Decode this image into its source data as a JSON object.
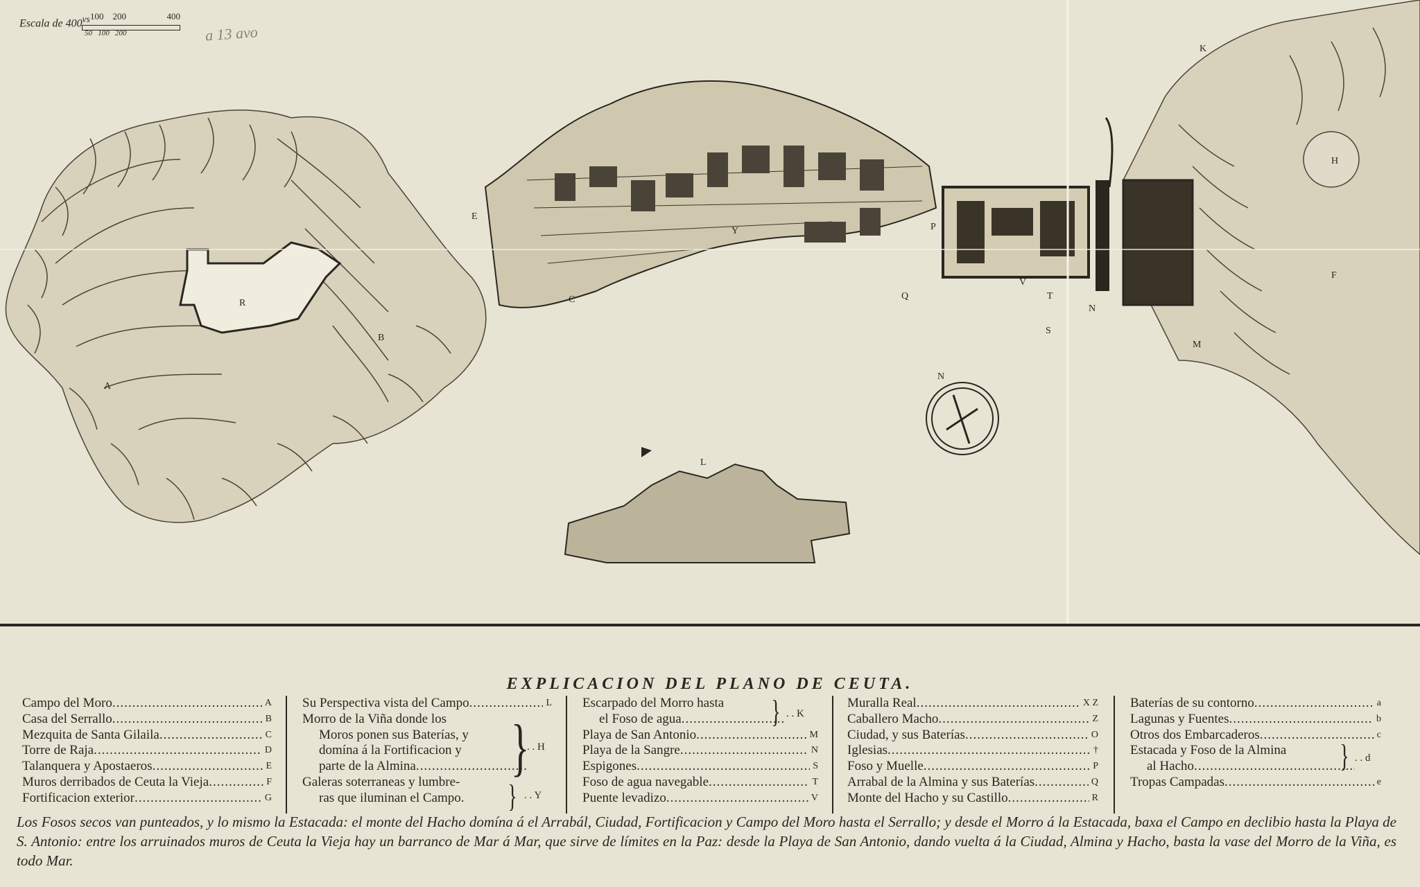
{
  "scale": {
    "label": "Escala de 400",
    "superscript": "vs",
    "ticks": [
      "100",
      "200",
      "400"
    ],
    "subticks": [
      "50",
      "100",
      "200"
    ]
  },
  "handwritten_note": "a 13 avo",
  "map_letters": {
    "A": "A",
    "B": "B",
    "C": "C",
    "E": "E",
    "F": "F",
    "H": "H",
    "K": "K",
    "L": "L",
    "M": "M",
    "N": "N",
    "P": "P",
    "Q": "Q",
    "R": "R",
    "S": "S",
    "T": "T",
    "V": "V",
    "Y": "Y",
    "compass_n": "N"
  },
  "legend": {
    "title": "EXPLICACION DEL PLANO DE CEUTA.",
    "col1": [
      {
        "label": "Campo del Moro",
        "key": "A"
      },
      {
        "label": "Casa del Serrallo",
        "key": "B"
      },
      {
        "label": "Mezquita de Santa Gilaila",
        "key": "C"
      },
      {
        "label": "Torre de Raja",
        "key": "D"
      },
      {
        "label": "Talanquera y Apostaeros",
        "key": "E"
      },
      {
        "label": "Muros derribados de Ceuta la Vieja",
        "key": "F"
      },
      {
        "label": "Fortificacion exterior",
        "key": "G"
      }
    ],
    "col2": [
      {
        "label": "Su Perspectiva vista del Campo",
        "key": "L"
      },
      {
        "label": "Morro de la Viña donde los"
      },
      {
        "label": "Moros ponen sus Baterías, y"
      },
      {
        "label": "domína á la Fortificacion y"
      },
      {
        "label": "parte de la Almina"
      },
      {
        "label": "Galeras soterraneas y lumbre-"
      },
      {
        "label": "ras que iluminan el Campo."
      }
    ],
    "col2_brace_keys": {
      "h": "H",
      "y": "Y"
    },
    "col3": [
      {
        "label": "Escarpado del Morro hasta"
      },
      {
        "label": "el Foso de agua"
      },
      {
        "label": "Playa de San Antonio",
        "key": "M"
      },
      {
        "label": "Playa de la Sangre",
        "key": "N"
      },
      {
        "label": "Espigones",
        "key": "S"
      },
      {
        "label": "Foso de agua navegable",
        "key": "T"
      },
      {
        "label": "Puente levadizo",
        "key": "V"
      }
    ],
    "col3_brace_key": "K",
    "col4": [
      {
        "label": "Muralla Real",
        "key": "X Z"
      },
      {
        "label": "Caballero Macho",
        "key": "Z"
      },
      {
        "label": "Ciudad, y sus Baterías",
        "key": "O"
      },
      {
        "label": "Iglesias",
        "key": "†"
      },
      {
        "label": "Foso y Muelle",
        "key": "P"
      },
      {
        "label": "Arrabal de la Almina y sus Baterías",
        "key": "Q"
      },
      {
        "label": "Monte del Hacho y su Castillo",
        "key": "R"
      }
    ],
    "col5": [
      {
        "label": "Baterías de su contorno",
        "key": "a"
      },
      {
        "label": "Lagunas y Fuentes",
        "key": "b"
      },
      {
        "label": "Otros dos Embarcaderos",
        "key": "c"
      },
      {
        "label": "Estacada y Foso de la Almina"
      },
      {
        "label": "al Hacho"
      },
      {
        "label": "Tropas Campadas",
        "key": "e"
      }
    ],
    "col5_brace_key": "d",
    "note": "Los Fosos secos van punteados, y lo mismo la Estacada: el monte del Hacho domína á el Arrabál, Ciudad, Fortificacion y Campo del Moro hasta el Serrallo; y desde el Morro á la Estacada, baxa el Campo en declibio hasta la Playa de S. Antonio: entre los arruinados muros de Ceuta la Vieja hay un barranco de Mar á Mar, que sirve de límites en la Paz: desde la Playa de San Antonio, dando vuelta á la Ciudad, Almina y Hacho, basta la vase del Morro de la Viña, es todo Mar."
  },
  "colors": {
    "paper": "#e8e4d4",
    "ink": "#2a2620",
    "hachure": "#4a4438"
  }
}
